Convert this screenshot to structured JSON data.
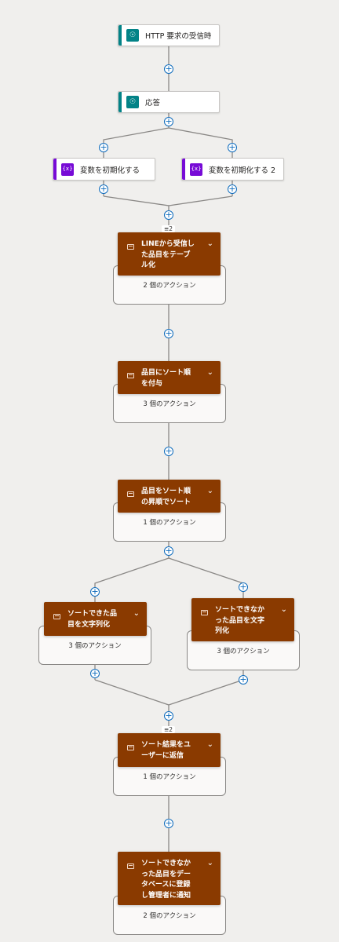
{
  "colors": {
    "teal": "#038387",
    "purple": "#770bd6",
    "scope": "#8a3a00",
    "connector": "#8a8886",
    "plus": "#0f6cbd"
  },
  "actions": {
    "trigger": {
      "label": "HTTP 要求の受信時",
      "icon": "http-trigger-icon"
    },
    "response": {
      "label": "応答",
      "icon": "http-response-icon"
    },
    "init_var_1": {
      "label": "変数を初期化する",
      "icon": "variable-icon",
      "icon_text": "{x}"
    },
    "init_var_2": {
      "label": "変数を初期化する 2",
      "icon": "variable-icon",
      "icon_text": "{x}"
    }
  },
  "badges": {
    "join_1": "≡2",
    "join_2": "≡2"
  },
  "scopes": {
    "line_table": {
      "lines": [
        "LINEから受信し",
        "た品目をテーブ",
        "ル化"
      ],
      "count": "2 個のアクション"
    },
    "sort_order": {
      "lines": [
        "品目にソート順",
        "を付与"
      ],
      "count": "3 個のアクション"
    },
    "sort_asc": {
      "lines": [
        "品目をソート順",
        "の昇順でソート"
      ],
      "count": "1 個のアクション"
    },
    "sorted_text": {
      "lines": [
        "ソートできた品",
        "目を文字列化"
      ],
      "count": "3 個のアクション"
    },
    "unsorted_text": {
      "lines": [
        "ソートできなか",
        "った品目を文字",
        "列化"
      ],
      "count": "3 個のアクション"
    },
    "reply_user": {
      "lines": [
        "ソート結果をユ",
        "ーザーに返信"
      ],
      "count": "1 個のアクション"
    },
    "register_db": {
      "lines": [
        "ソートできなか",
        "った品目をデー",
        "タベースに登録",
        "し管理者に通知"
      ],
      "count": "2 個のアクション"
    }
  },
  "chevron": "⌄",
  "plus_glyph": "+"
}
